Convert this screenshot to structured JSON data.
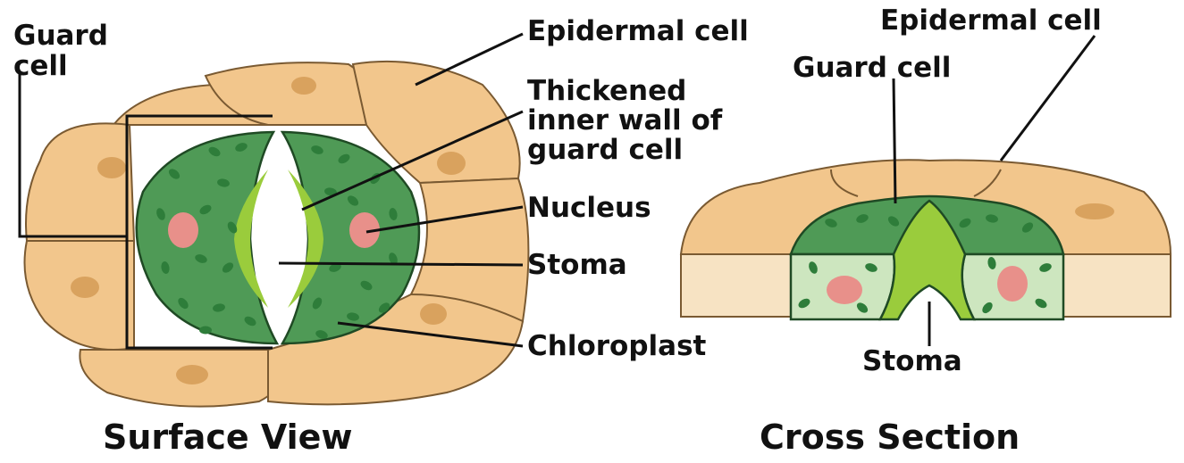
{
  "labels": {
    "guard_cell_left": [
      "Guard",
      "cell"
    ],
    "epidermal_cell_left": "Epidermal cell",
    "thickened_wall": [
      "Thickened",
      "inner wall of",
      "guard cell"
    ],
    "nucleus": "Nucleus",
    "stoma_left": "Stoma",
    "chloroplast": "Chloroplast",
    "epidermal_cell_right": "Epidermal cell",
    "guard_cell_right": "Guard cell",
    "stoma_right": "Stoma"
  },
  "captions": {
    "surface_view": "Surface View",
    "cross_section": "Cross Section"
  },
  "colors": {
    "epidermal_fill": "#f2c68c",
    "epidermal_light": "#f7e3c3",
    "epidermal_nucleus": "#d9a25e",
    "guard_fill": "#4f9a56",
    "guard_dark": "#2f6b36",
    "guard_light": "#cde6bf",
    "chloroplast": "#2e7d3a",
    "thick_wall": "#9acc3c",
    "nucleus": "#e8908a",
    "stoma": "#ffffff"
  }
}
